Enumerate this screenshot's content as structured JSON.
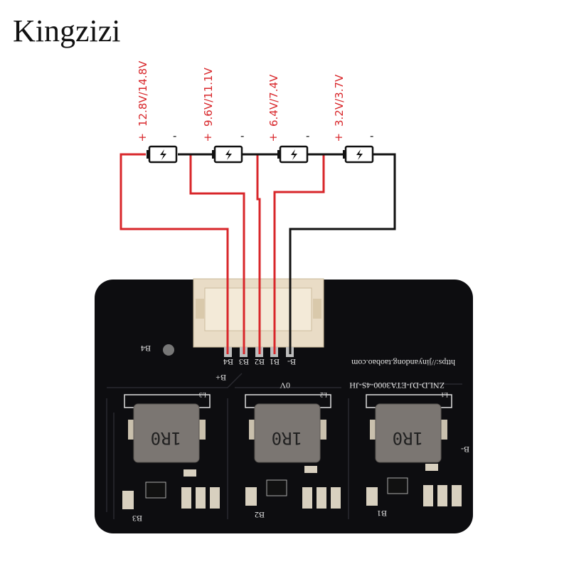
{
  "brand": "Kingzizi",
  "colors": {
    "wire_positive": "#d8262a",
    "wire_negative": "#111111",
    "pcb": "#0d0d10",
    "connector": "#e9dcc6"
  },
  "cells": [
    {
      "voltage": "12.8V/14.8V",
      "plus": "+",
      "minus": "-"
    },
    {
      "voltage": "9.6V/11.1V",
      "plus": "+",
      "minus": "-"
    },
    {
      "voltage": "6.4V/7.4V",
      "plus": "+",
      "minus": "-"
    },
    {
      "voltage": "3.2V/3.7V",
      "plus": "+",
      "minus": "-"
    }
  ],
  "board": {
    "pins": [
      "B4",
      "B3",
      "B2",
      "B1",
      "B-"
    ],
    "b4_mark": "B4",
    "bplus": "B+",
    "zero_v": "0V",
    "url": "https://jinyandong.taobao.com",
    "model": "ZNLD-DJ-ETA3000-4S-JH",
    "inductor_labels": [
      "L3",
      "L2",
      "L1"
    ],
    "inductor_value": "1R0",
    "bminus": "B-",
    "balance_labels": [
      "B3",
      "B2",
      "B1"
    ]
  }
}
